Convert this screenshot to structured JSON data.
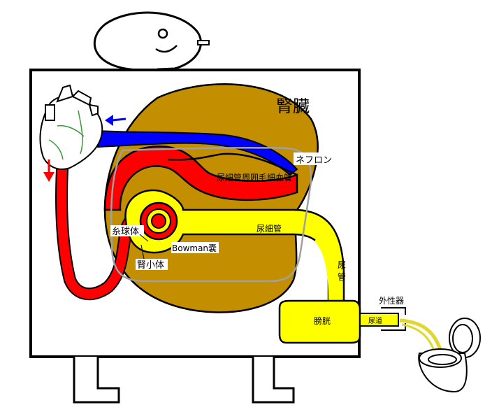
{
  "title": "腎臓",
  "labels": {
    "nephron": "ネフロン",
    "peritubular_capillary": "尿細管周囲毛細血管",
    "renal_tubule": "尿細管",
    "glomerulus": "糸球体",
    "bowman_capsule": "Bowman嚢",
    "renal_corpuscle": "腎小体",
    "ureter": "尿管",
    "bladder": "膀胱",
    "urethra": "尿道",
    "external_genitalia": "外性器"
  },
  "colors": {
    "kidney": "#c38f00",
    "artery": "#ff0000",
    "vein": "#0000ff",
    "urine": "#ffff00",
    "nephron_outline": "#a0a0a0",
    "urine_stream": "#e0d830"
  },
  "arrows": {
    "vein_flow": "blue arrow pointing left",
    "artery_flow": "red arrow pointing down"
  }
}
